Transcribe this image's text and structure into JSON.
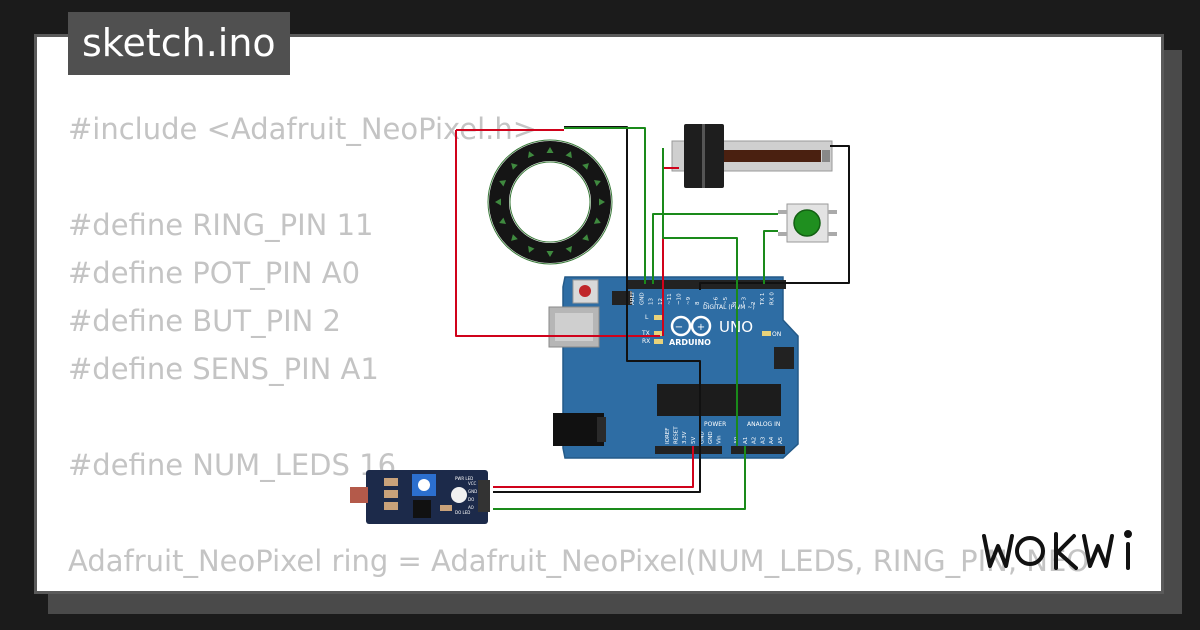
{
  "tab": {
    "filename": "sketch.ino"
  },
  "editor": {
    "lines": [
      "#include <Adafruit_NeoPixel.h>",
      "",
      "#define RING_PIN 11",
      "#define POT_PIN A0",
      "#define BUT_PIN 2",
      "#define SENS_PIN A1",
      "",
      "#define NUM_LEDS 16",
      "",
      "Adafruit_NeoPixel ring = Adafruit_NeoPixel(NUM_LEDS, RING_PIN, NEO"
    ]
  },
  "board": {
    "name": "UNO",
    "brand": "ARDUINO",
    "digital_label": "DIGITAL (PWM ~)",
    "power_label": "POWER",
    "analog_label": "ANALOG IN",
    "on_label": "ON",
    "l_label": "L",
    "tx_label": "TX",
    "rx_label": "RX",
    "top_pins": [
      "AREF",
      "GND",
      "13",
      "12",
      "~11",
      "~10",
      "~9",
      "8",
      "7",
      "~6",
      "~5",
      "4",
      "~3",
      "2",
      "TX 1",
      "RX 0"
    ],
    "power_pins": [
      "IOREF",
      "RESET",
      "3.3V",
      "5V",
      "GND",
      "GND",
      "Vin"
    ],
    "analog_pins": [
      "A0",
      "A1",
      "A2",
      "A3",
      "A4",
      "A5"
    ]
  },
  "sensor": {
    "labels": [
      "PWR LED",
      "DO LED",
      "VCC",
      "GND",
      "DO",
      "AO"
    ]
  },
  "brand": {
    "logo": "WOKWI"
  },
  "colors": {
    "wire_red": "#d0021b",
    "wire_black": "#111111",
    "wire_green": "#1a8a1a",
    "board_blue": "#2e6da4",
    "button_green": "#1f8f1f"
  },
  "icons": [
    "neopixel-ring-icon",
    "slide-potentiometer-icon",
    "pushbutton-icon",
    "arduino-uno-icon",
    "photoresistor-module-icon",
    "wokwi-logo-icon"
  ]
}
